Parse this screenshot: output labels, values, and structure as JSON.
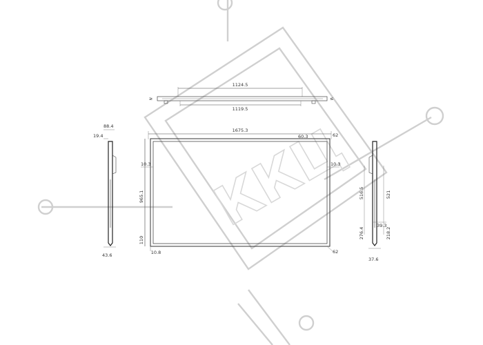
{
  "watermark": {
    "logo_text": "ККЦ"
  },
  "top_view": {
    "width_outer": "1124.5",
    "width_inner": "1119.5"
  },
  "front_view": {
    "width": "1675.3",
    "height": "965.1",
    "top_edge": "60.3",
    "corner_top_right": "62",
    "corner_bottom_right": "62",
    "left_bezel": "10.3",
    "right_bezel": "10.3",
    "bottom_bezel_left": "110",
    "bottom_bezel": "10.8"
  },
  "left_side_view": {
    "depth_top": "88.4",
    "depth_mid": "19.4",
    "depth_bottom": "43.6"
  },
  "right_side_view": {
    "height_a": "516.5",
    "height_b": "521",
    "mount_offset": "39.3",
    "mount_a": "276.4",
    "mount_b": "218.2",
    "depth_bottom": "37.6"
  }
}
